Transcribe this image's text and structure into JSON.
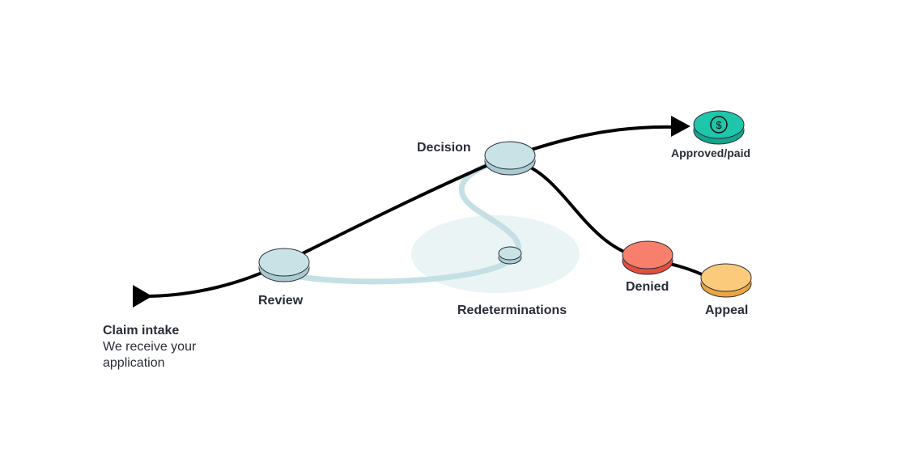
{
  "diagram": {
    "nodes": {
      "intake": {
        "title": "Claim intake",
        "description": "We receive your application"
      },
      "review": {
        "label": "Review"
      },
      "decision": {
        "label": "Decision"
      },
      "redeterminations": {
        "label": "Redeterminations"
      },
      "approved": {
        "label": "Approved/paid",
        "icon": "dollar-icon"
      },
      "denied": {
        "label": "Denied"
      },
      "appeal": {
        "label": "Appeal"
      }
    },
    "colors": {
      "path": "#000000",
      "node_light": "#c9e2e6",
      "node_light_side": "#a9cbd1",
      "loop": "#c5e0e4",
      "loop_area": "#eaf4f5",
      "approved": "#1ec6aa",
      "approved_side": "#14a58c",
      "denied": "#f87f6c",
      "denied_side": "#e0503c",
      "appeal": "#fbcb7b",
      "appeal_side": "#eba63e",
      "text": "#2a2d3a"
    }
  }
}
